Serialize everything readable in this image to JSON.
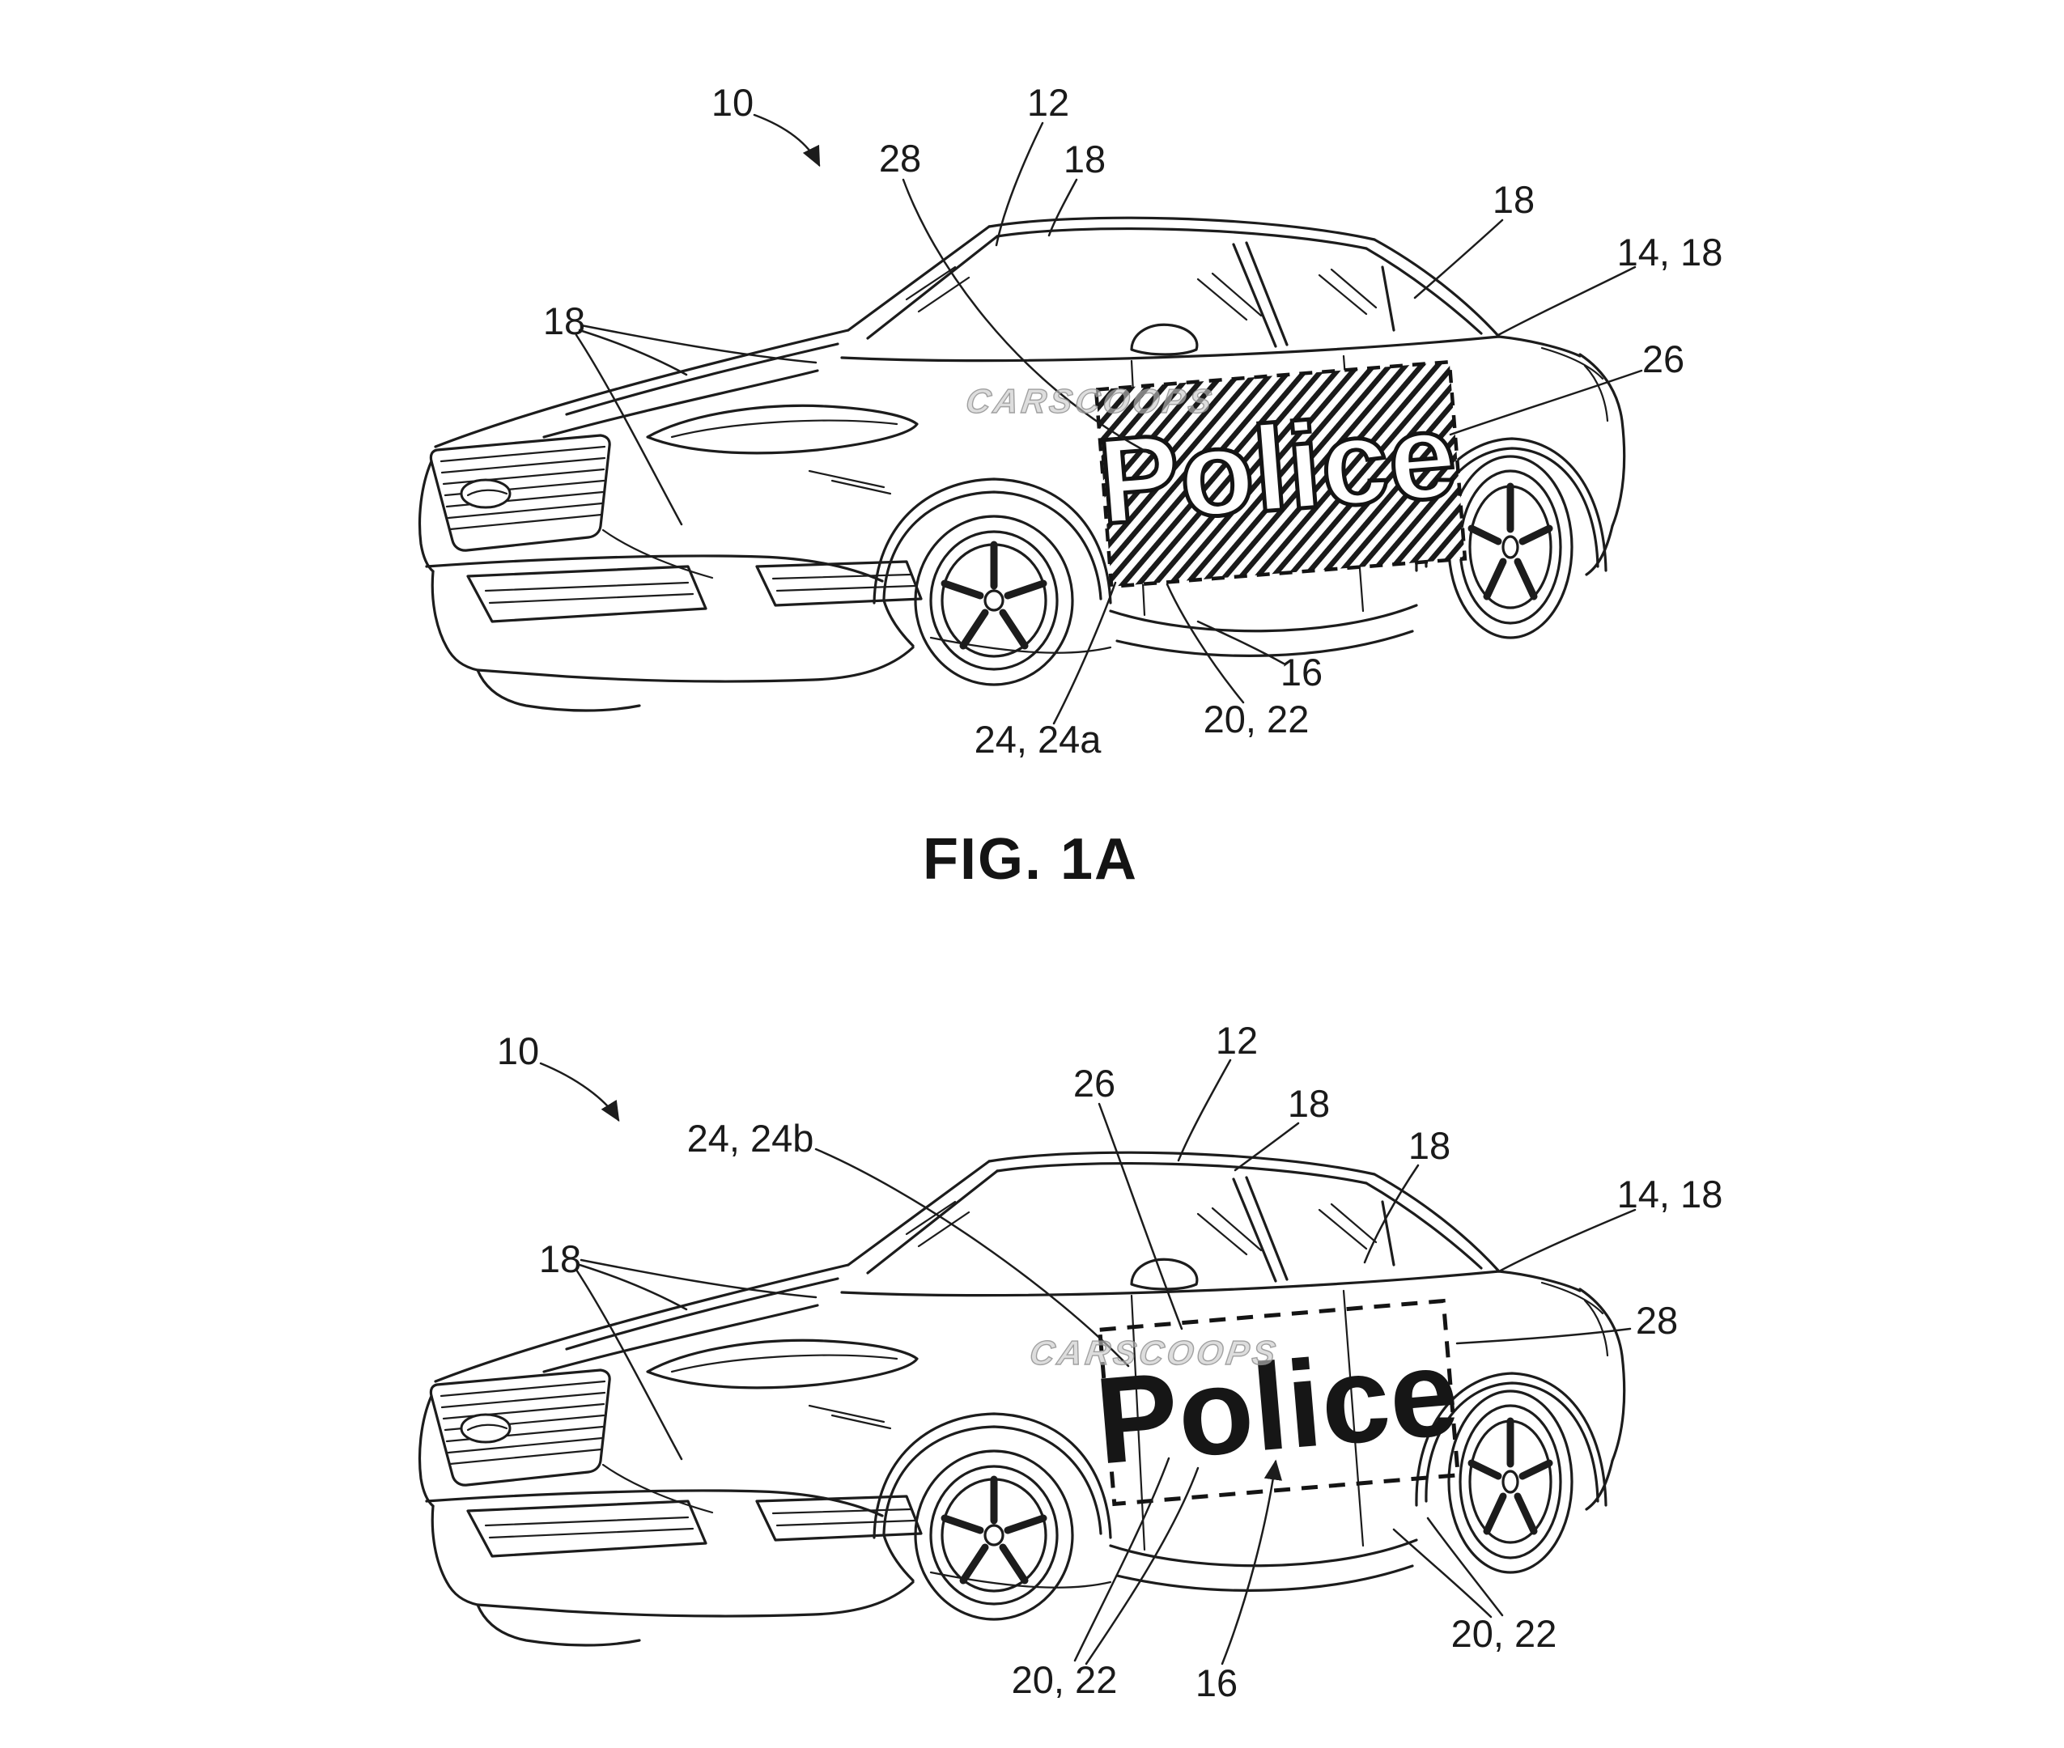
{
  "sheet": {
    "background": "#ffffff",
    "ink_color": "#1c1c1c",
    "watermark_color": "#c6c6c6"
  },
  "figure_1a": {
    "caption": "FIG. 1A",
    "watermark": "CARSCOOPS",
    "decal_text": "Police",
    "decal_style": "hatched",
    "labels": {
      "ref_10": "10",
      "ref_28": "28",
      "ref_12": "12",
      "ref_18_roof": "18",
      "ref_18_cpillar": "18",
      "ref_14_18": "14, 18",
      "ref_26": "26",
      "ref_18_front": "18",
      "ref_16": "16",
      "ref_20_22": "20, 22",
      "ref_24_24a": "24, 24a"
    }
  },
  "figure_1b": {
    "watermark": "CARSCOOPS",
    "decal_text": "Police",
    "decal_style": "dashed-outline",
    "labels": {
      "ref_10": "10",
      "ref_24_24b": "24, 24b",
      "ref_26": "26",
      "ref_12": "12",
      "ref_18_roof": "18",
      "ref_18_cpillar": "18",
      "ref_18_front": "18",
      "ref_14_18": "14, 18",
      "ref_28": "28",
      "ref_20_22_left": "20, 22",
      "ref_16": "16",
      "ref_20_22_right": "20, 22"
    }
  }
}
